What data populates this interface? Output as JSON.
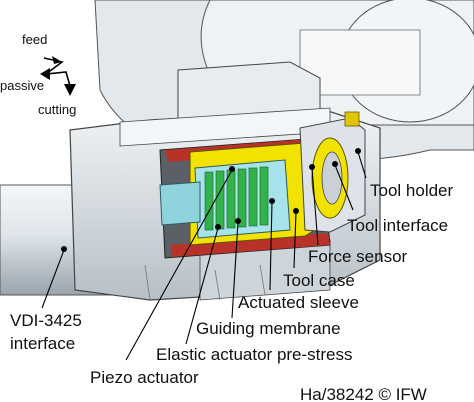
{
  "axes_legend": {
    "feed": "feed",
    "passive": "passive",
    "cutting": "cutting"
  },
  "labels": {
    "tool_holder": "Tool holder",
    "tool_interface": "Tool interface",
    "force_sensor": "Force sensor",
    "tool_case": "Tool case",
    "actuated_sleeve": "Actuated sleeve",
    "guiding_membrane": "Guiding membrane",
    "elastic_pre_stress": "Elastic actuator pre-stress",
    "piezo_actuator": "Piezo actuator",
    "vdi_line1": "VDI-3425",
    "vdi_line2": "interface"
  },
  "credit": "Ha/38242 © IFW",
  "colors": {
    "steel_light": "#e9eef2",
    "steel_mid": "#c7cfd6",
    "steel_dark": "#8f9aa3",
    "sleeve_yellow": "#f2e200",
    "piezo_green": "#33b24a",
    "actuator_cyan": "#a6e3ea",
    "seal_red": "#b8322a"
  }
}
